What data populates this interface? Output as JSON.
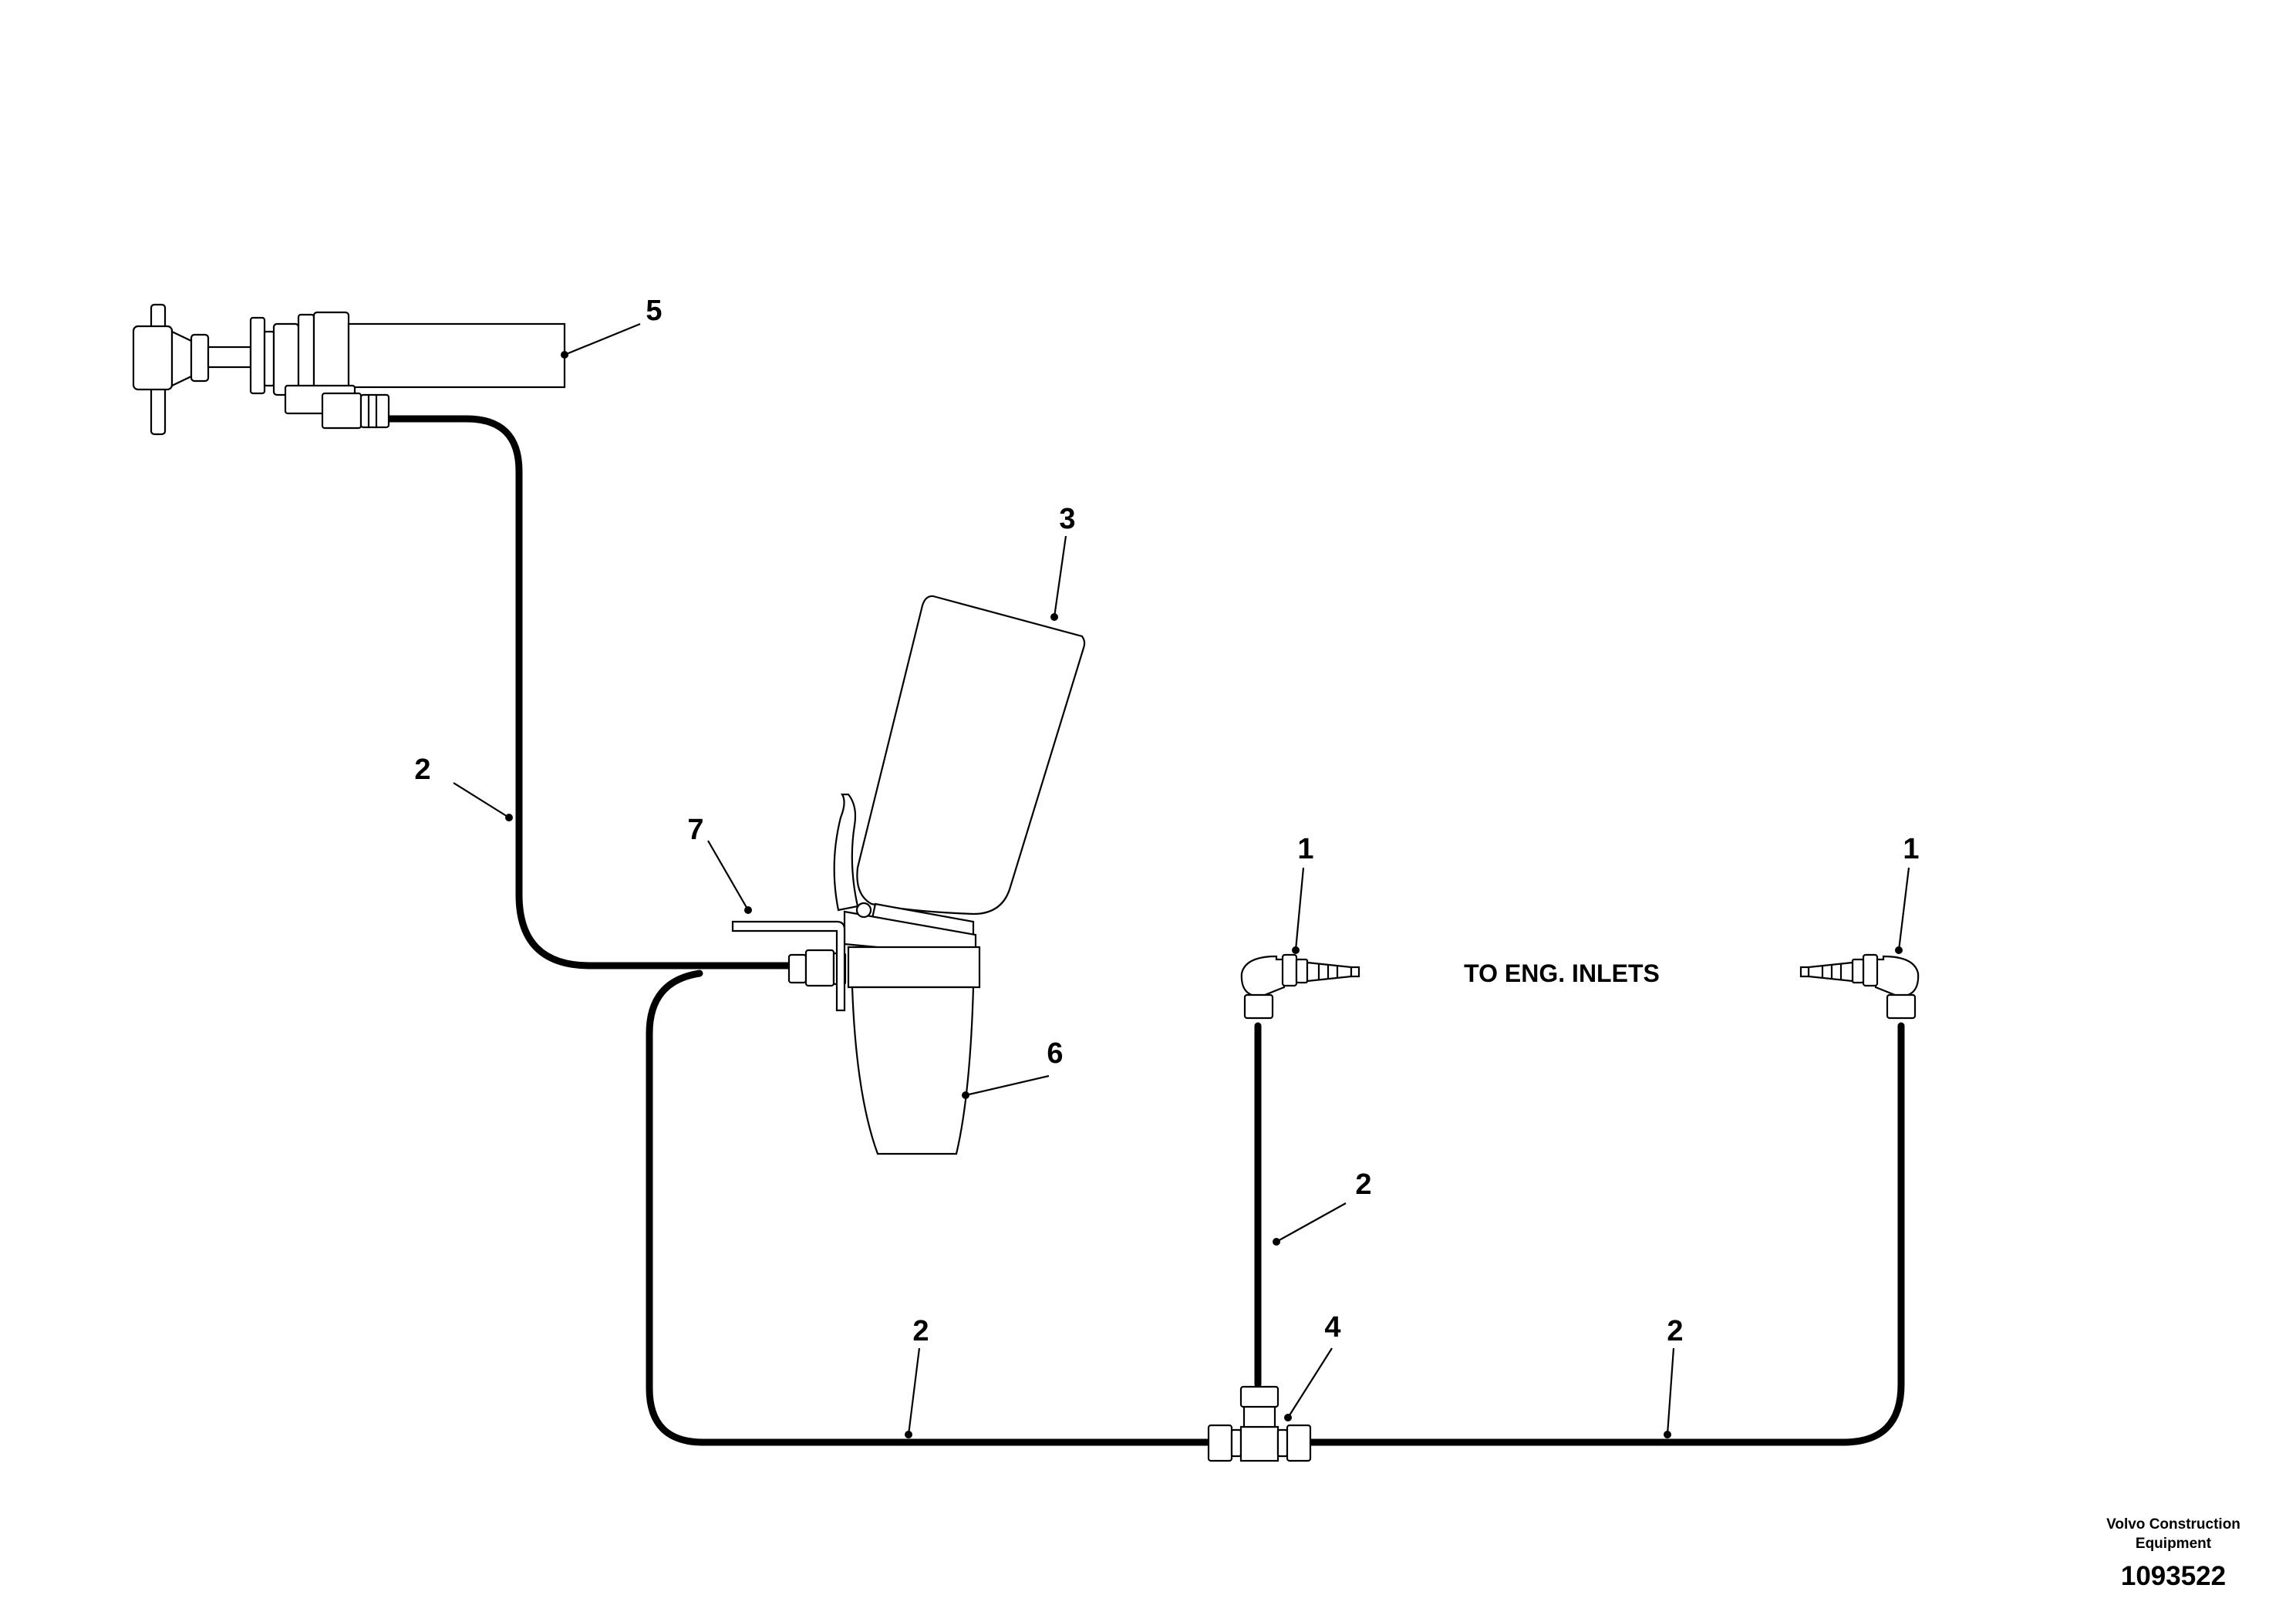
{
  "callouts": {
    "c1a": "1",
    "c1b": "1",
    "c2a": "2",
    "c2b": "2",
    "c2c": "2",
    "c2d": "2",
    "c3": "3",
    "c4": "4",
    "c5": "5",
    "c6": "6",
    "c7": "7"
  },
  "note": "TO ENG. INLETS",
  "footer": {
    "brand_line1": "Volvo Construction",
    "brand_line2": "Equipment",
    "code": "1093522"
  }
}
